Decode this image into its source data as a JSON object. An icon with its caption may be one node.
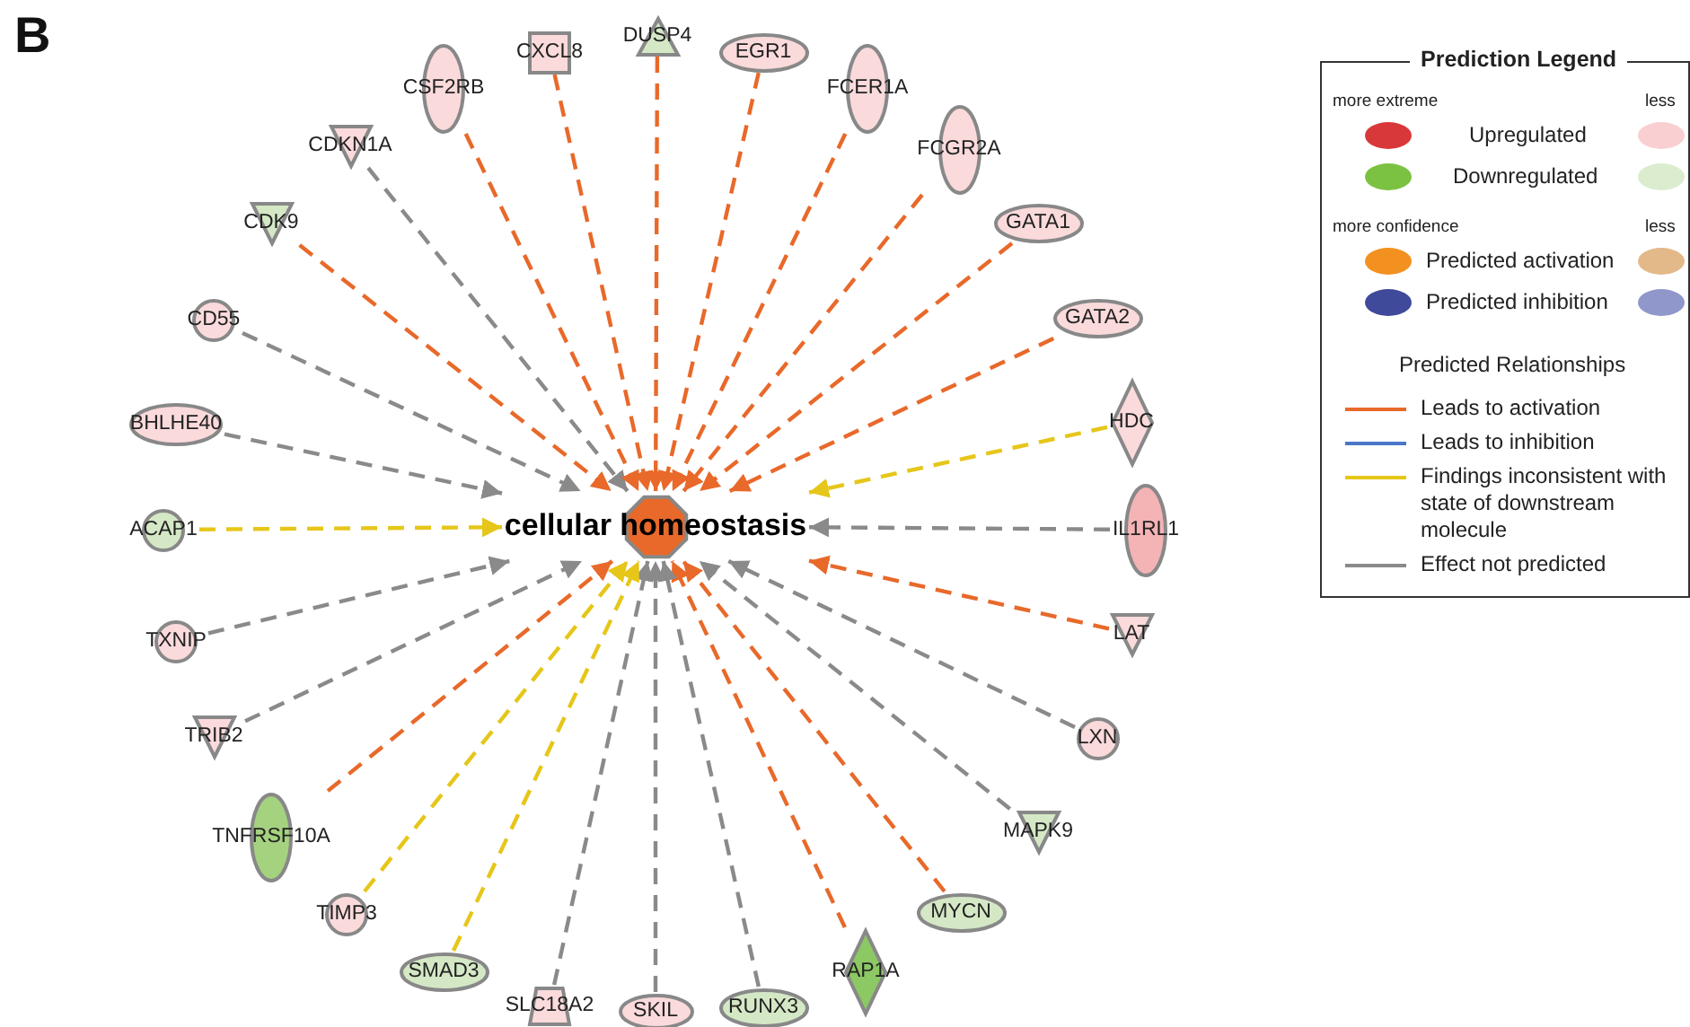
{
  "diagram": {
    "nodes": [
      {
        "text": [
          "cellular homeostasis"
        ]
      },
      {
        "text": [
          "DUSP4"
        ]
      },
      {
        "text": [
          "EGR1"
        ]
      },
      {
        "text": [
          "FCER1A"
        ]
      },
      {
        "text": [
          "FCGR2A"
        ]
      },
      {
        "text": [
          "GATA1"
        ]
      },
      {
        "text": [
          "GATA2"
        ]
      },
      {
        "text": [
          "HDC"
        ]
      },
      {
        "text": [
          "IL1RL1"
        ]
      },
      {
        "text": [
          "LAT"
        ]
      },
      {
        "text": [
          "LXN"
        ]
      },
      {
        "text": [
          "MAPK9"
        ]
      },
      {
        "text": [
          "MYCN"
        ]
      },
      {
        "text": [
          "RAP1A"
        ]
      },
      {
        "text": [
          "RUNX3"
        ]
      },
      {
        "text": [
          "SKIL"
        ]
      },
      {
        "text": [
          "SLC18A2"
        ]
      },
      {
        "text": [
          "SMAD3"
        ]
      },
      {
        "text": [
          "TIMP3"
        ]
      },
      {
        "text": [
          "TNFRSF10A"
        ]
      },
      {
        "text": [
          "TRIB2"
        ]
      },
      {
        "text": [
          "TXNIP"
        ]
      },
      {
        "text": [
          "ACAP1"
        ]
      },
      {
        "text": [
          "BHLHE40"
        ]
      },
      {
        "text": [
          "CD55"
        ]
      },
      {
        "text": [
          "CDK9"
        ]
      },
      {
        "text": [
          "CDKN1A"
        ]
      },
      {
        "text": [
          "CSF2RB"
        ]
      },
      {
        "text": [
          "CXCL8"
        ]
      }
    ],
    "edges": [
      {
        "from": 1,
        "to": 0,
        "arrow": "to",
        "style": "dashed"
      },
      {
        "from": 2,
        "to": 0,
        "arrow": "to",
        "style": "dashed"
      },
      {
        "from": 3,
        "to": 0,
        "arrow": "to",
        "style": "dashed"
      },
      {
        "from": 4,
        "to": 0,
        "arrow": "to",
        "style": "dashed"
      },
      {
        "from": 5,
        "to": 0,
        "arrow": "to",
        "style": "dashed"
      },
      {
        "from": 6,
        "to": 0,
        "arrow": "to",
        "style": "dashed"
      },
      {
        "from": 7,
        "to": 0,
        "arrow": "to",
        "style": "dashed",
        "color": "#e6c619"
      },
      {
        "from": 8,
        "to": 0,
        "arrow": "to",
        "style": "dashed",
        "color": "#8a8a8a"
      },
      {
        "from": 9,
        "to": 0,
        "arrow": "to",
        "style": "dashed"
      },
      {
        "from": 10,
        "to": 0,
        "arrow": "to",
        "style": "dashed",
        "color": "#8a8a8a"
      },
      {
        "from": 11,
        "to": 0,
        "arrow": "to",
        "style": "dashed",
        "color": "#8a8a8a"
      },
      {
        "from": 12,
        "to": 0,
        "arrow": "to",
        "style": "dashed"
      },
      {
        "from": 13,
        "to": 0,
        "arrow": "to",
        "style": "dashed"
      },
      {
        "from": 14,
        "to": 0,
        "arrow": "to",
        "style": "dashed",
        "color": "#8a8a8a"
      },
      {
        "from": 15,
        "to": 0,
        "arrow": "to",
        "style": "dashed",
        "color": "#8a8a8a"
      },
      {
        "from": 16,
        "to": 0,
        "arrow": "to",
        "style": "dashed",
        "color": "#8a8a8a"
      },
      {
        "from": 17,
        "to": 0,
        "arrow": "to",
        "style": "dashed",
        "color": "#e6c619"
      },
      {
        "from": 18,
        "to": 0,
        "arrow": "to",
        "style": "dashed",
        "color": "#e6c619"
      },
      {
        "from": 19,
        "to": 0,
        "arrow": "to",
        "style": "dashed"
      },
      {
        "from": 20,
        "to": 0,
        "arrow": "to",
        "style": "dashed",
        "color": "#8a8a8a"
      },
      {
        "from": 21,
        "to": 0,
        "arrow": "to",
        "style": "dashed",
        "color": "#8a8a8a"
      },
      {
        "from": 22,
        "to": 0,
        "arrow": "to",
        "style": "dashed",
        "color": "#e6c619"
      },
      {
        "from": 23,
        "to": 0,
        "arrow": "to",
        "style": "dashed",
        "color": "#8a8a8a"
      },
      {
        "from": 24,
        "to": 0,
        "arrow": "to",
        "style": "dashed",
        "color": "#8a8a8a"
      },
      {
        "from": 25,
        "to": 0,
        "arrow": "to",
        "style": "dashed"
      },
      {
        "from": 26,
        "to": 0,
        "arrow": "to",
        "style": "dashed",
        "color": "#8a8a8a"
      },
      {
        "from": 27,
        "to": 0,
        "arrow": "to",
        "style": "dashed"
      },
      {
        "from": 28,
        "to": 0,
        "arrow": "to",
        "style": "dashed"
      }
    ],
    "labels": [
      "B",
      "Prediction Legend",
      "more extreme",
      "less",
      "more confidence",
      "less",
      "Predicted Relationships"
    ],
    "legend": [
      {
        "text": "Upregulated",
        "color": "#d9383a"
      },
      {
        "text": "Downregulated",
        "color": "#7cc242"
      },
      {
        "text": "Predicted activation",
        "color": "#f39120"
      },
      {
        "text": "Predicted inhibition",
        "color": "#3f4a9b"
      },
      {
        "text": "Leads to activation"
      },
      {
        "text": "Leads to inhibition"
      },
      {
        "text": "Findings inconsistent with state of downstream molecule"
      },
      {
        "text": "Effect not predicted"
      }
    ]
  }
}
